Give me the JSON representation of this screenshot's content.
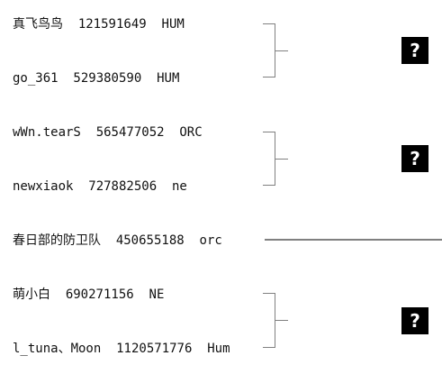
{
  "matches": [
    {
      "players": [
        {
          "name": "真飞鸟鸟",
          "id": "121591649",
          "race": "HUM"
        },
        {
          "name": "go_361",
          "id": "529380590",
          "race": "HUM"
        }
      ],
      "winner": "?"
    },
    {
      "players": [
        {
          "name": "wWn.tearS",
          "id": "565477052",
          "race": "ORC"
        },
        {
          "name": "newxiaok",
          "id": "727882506",
          "race": "ne"
        }
      ],
      "winner": "?"
    },
    {
      "players": [
        {
          "name": "春日部的防卫队",
          "id": "450655188",
          "race": "orc"
        }
      ]
    },
    {
      "players": [
        {
          "name": "萌小白",
          "id": "690271156",
          "race": "NE"
        },
        {
          "name": "l_tuna、Moon",
          "id": "1120571776",
          "race": "Hum"
        }
      ],
      "winner": "?"
    }
  ],
  "colors": {
    "line": "#808080",
    "badge_bg": "#000000",
    "badge_fg": "#ffffff"
  },
  "icons": {
    "unknown_winner": "question-mark-icon"
  }
}
